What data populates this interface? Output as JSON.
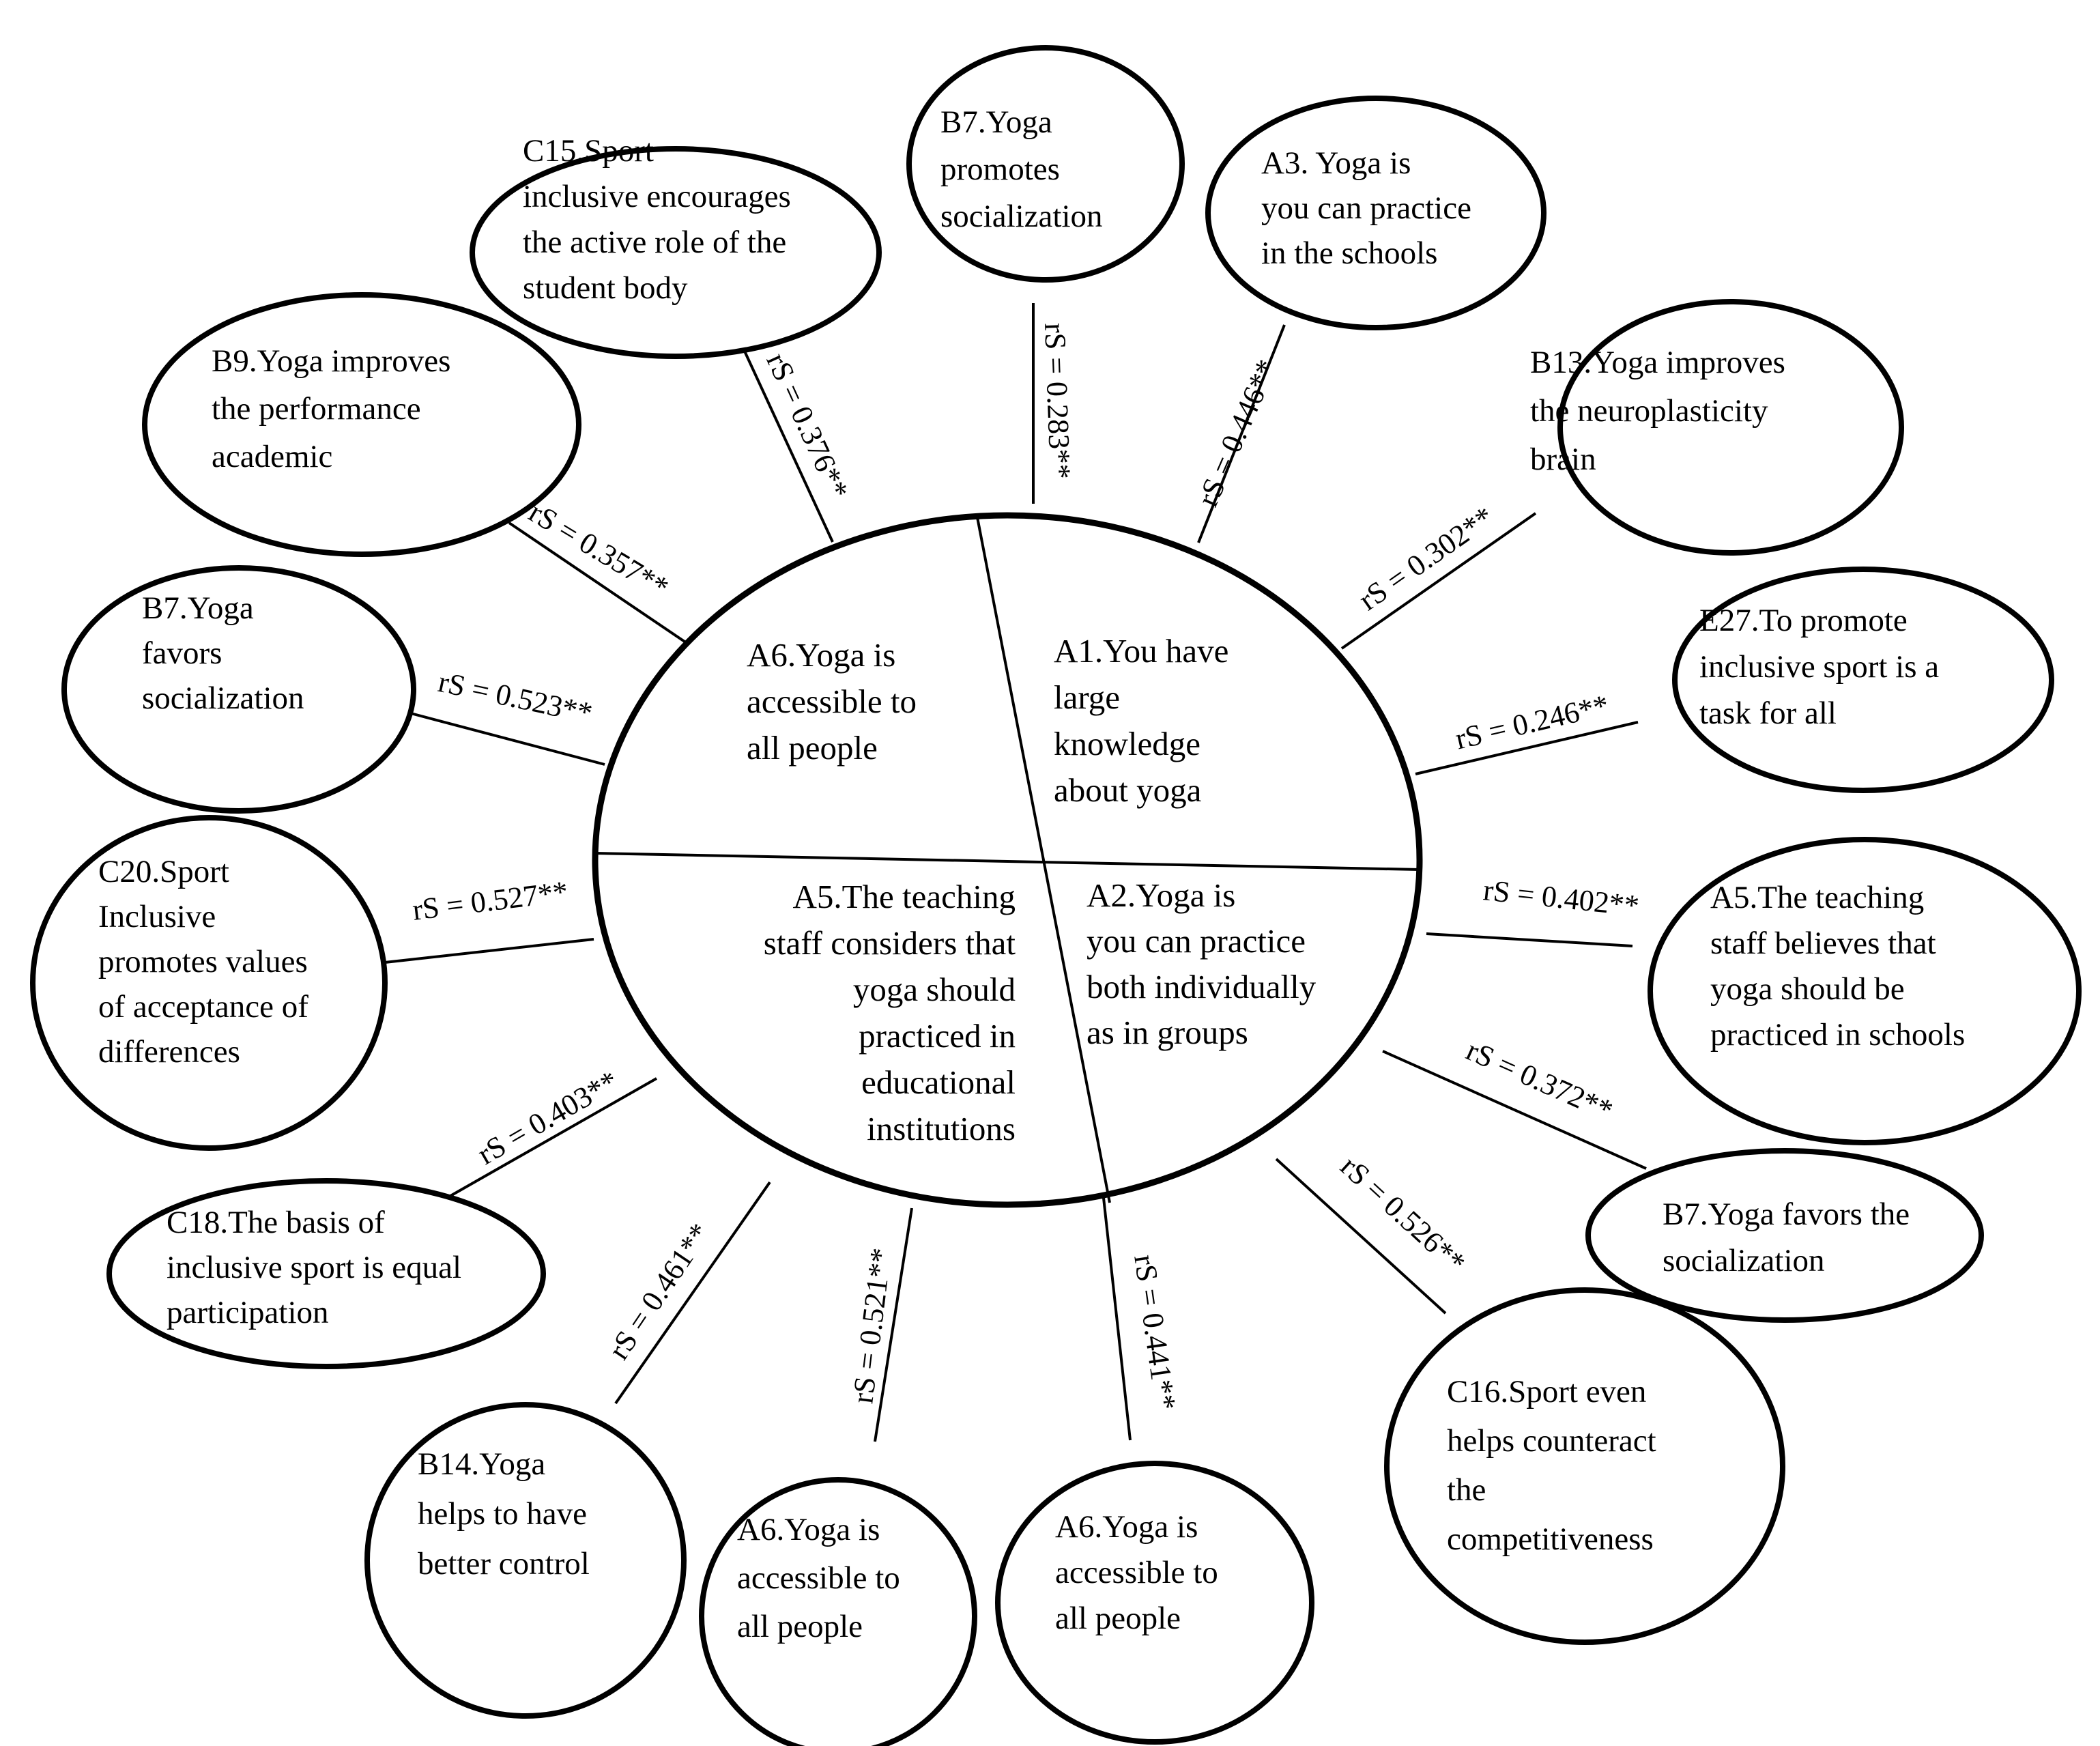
{
  "center": {
    "quadrants": [
      {
        "id": "top-left",
        "lines": [
          "A6.Yoga is",
          "accessible to",
          "all people"
        ]
      },
      {
        "id": "top-right",
        "lines": [
          "A1.You have",
          "large",
          "knowledge",
          "about yoga"
        ]
      },
      {
        "id": "bottom-left",
        "lines": [
          "A5.The teaching",
          "staff considers that",
          "yoga should",
          "practiced in",
          "educational",
          "institutions"
        ]
      },
      {
        "id": "bottom-right",
        "lines": [
          "A2.Yoga is",
          "you can practice",
          "both individually",
          "as in groups"
        ]
      }
    ]
  },
  "nodes": [
    {
      "id": "c15",
      "lines": [
        "C15.Sport",
        "inclusive encourages",
        "the active role of the",
        "student body"
      ],
      "edge_label": "rS = 0.376**"
    },
    {
      "id": "b7-top",
      "lines": [
        "B7.Yoga",
        "promotes",
        "socialization"
      ],
      "edge_label": "rS = 0.283**"
    },
    {
      "id": "a3",
      "lines": [
        "A3. Yoga is",
        "you can practice",
        "in the schools"
      ],
      "edge_label": "rS = 0.446**"
    },
    {
      "id": "b13",
      "lines": [
        "B13.Yoga improves",
        "the neuroplasticity",
        "brain"
      ],
      "edge_label": "rS = 0.302**"
    },
    {
      "id": "e27",
      "lines": [
        "E27.To promote",
        "inclusive sport is a",
        "task for all"
      ],
      "edge_label": "rS = 0.246**"
    },
    {
      "id": "a5-right",
      "lines": [
        "A5.The teaching",
        "staff believes that",
        "yoga should be",
        "practiced in schools"
      ],
      "edge_label": "rS = 0.402**"
    },
    {
      "id": "b7-right",
      "lines": [
        "B7.Yoga favors the",
        "socialization"
      ],
      "edge_label": "rS = 0.372**"
    },
    {
      "id": "c16",
      "lines": [
        "C16.Sport even",
        "helps counteract",
        "the",
        "competitiveness"
      ],
      "edge_label": "rS = 0.526**"
    },
    {
      "id": "a6-bottom-right",
      "lines": [
        "A6.Yoga is",
        "accessible to",
        "all people"
      ],
      "edge_label": "rS = 0.441**"
    },
    {
      "id": "a6-bottom-left",
      "lines": [
        "A6.Yoga is",
        "accessible to",
        "all people"
      ],
      "edge_label": "rS = 0.521**"
    },
    {
      "id": "b14",
      "lines": [
        "B14.Yoga",
        "helps to have",
        "better control"
      ],
      "edge_label": "rS = 0.461**"
    },
    {
      "id": "c18",
      "lines": [
        "C18.The basis of",
        "inclusive sport is equal",
        "participation"
      ],
      "edge_label": "rS = 0.403**"
    },
    {
      "id": "c20",
      "lines": [
        "C20.Sport",
        "Inclusive",
        "promotes values",
        "of acceptance of",
        "differences"
      ],
      "edge_label": "rS = 0.527**"
    },
    {
      "id": "b7-left",
      "lines": [
        "B7.Yoga",
        "favors",
        "socialization"
      ],
      "edge_label": "rS = 0.523**"
    },
    {
      "id": "b9",
      "lines": [
        "B9.Yoga improves",
        "the performance",
        "academic"
      ],
      "edge_label": "rS = 0.357**"
    }
  ]
}
